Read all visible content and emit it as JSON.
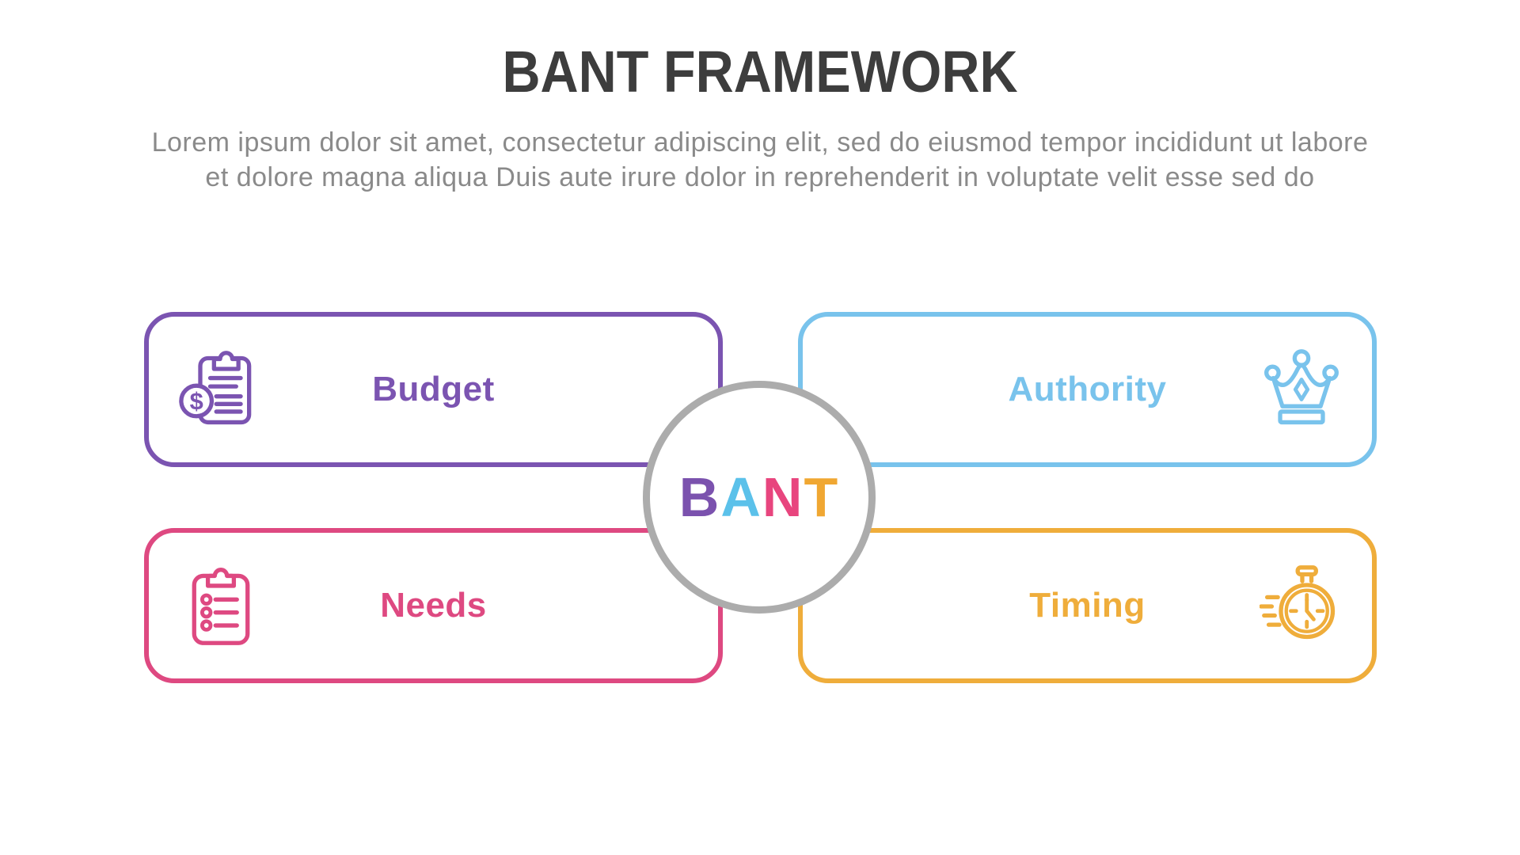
{
  "header": {
    "title": "BANT FRAMEWORK",
    "subtitle_lines": [
      "Lorem ipsum dolor sit amet, consectetur adipiscing elit, sed do eiusmod tempor incididunt ut labore",
      "et dolore magna aliqua Duis aute irure dolor in reprehenderit in voluptate velit esse sed do"
    ]
  },
  "center_badge": {
    "ring_color": "#acacac",
    "letters": [
      {
        "char": "B",
        "color": "#7b52ae"
      },
      {
        "char": "A",
        "color": "#5bc1ea"
      },
      {
        "char": "N",
        "color": "#e8457e"
      },
      {
        "char": "T",
        "color": "#f0a732"
      }
    ]
  },
  "quadrants": [
    {
      "label": "Budget",
      "color": "#7b54b1",
      "icon": "clipboard-dollar-icon",
      "icon_glyph": "$"
    },
    {
      "label": "Authority",
      "color": "#79c3ec",
      "icon": "crown-icon"
    },
    {
      "label": "Needs",
      "color": "#de4981",
      "icon": "clipboard-checklist-icon"
    },
    {
      "label": "Timing",
      "color": "#efad3b",
      "icon": "stopwatch-icon"
    }
  ]
}
